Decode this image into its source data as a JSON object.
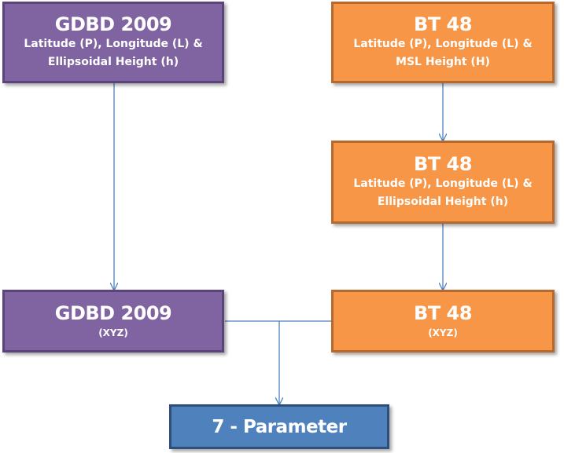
{
  "boxes": {
    "gdbd_geo": {
      "title": "GDBD 2009",
      "line1": "Latitude (P), Longitude (L) &",
      "line2": "Ellipsoidal Height (h)"
    },
    "bt48_msl": {
      "title": "BT 48",
      "line1": "Latitude (P), Longitude (L) &",
      "line2": "MSL Height (H)"
    },
    "bt48_ell": {
      "title": "BT 48",
      "line1": "Latitude (P), Longitude (L) &",
      "line2": "Ellipsoidal Height (h)"
    },
    "gdbd_xyz": {
      "title": "GDBD 2009",
      "sub": "(XYZ)"
    },
    "bt48_xyz": {
      "title": "BT 48",
      "sub": "(XYZ)"
    },
    "param": {
      "title": "7 - Parameter"
    }
  },
  "colors": {
    "purple": "#8064a2",
    "orange": "#f79646",
    "blue": "#4f81bd",
    "connector": "#4f81bd"
  }
}
